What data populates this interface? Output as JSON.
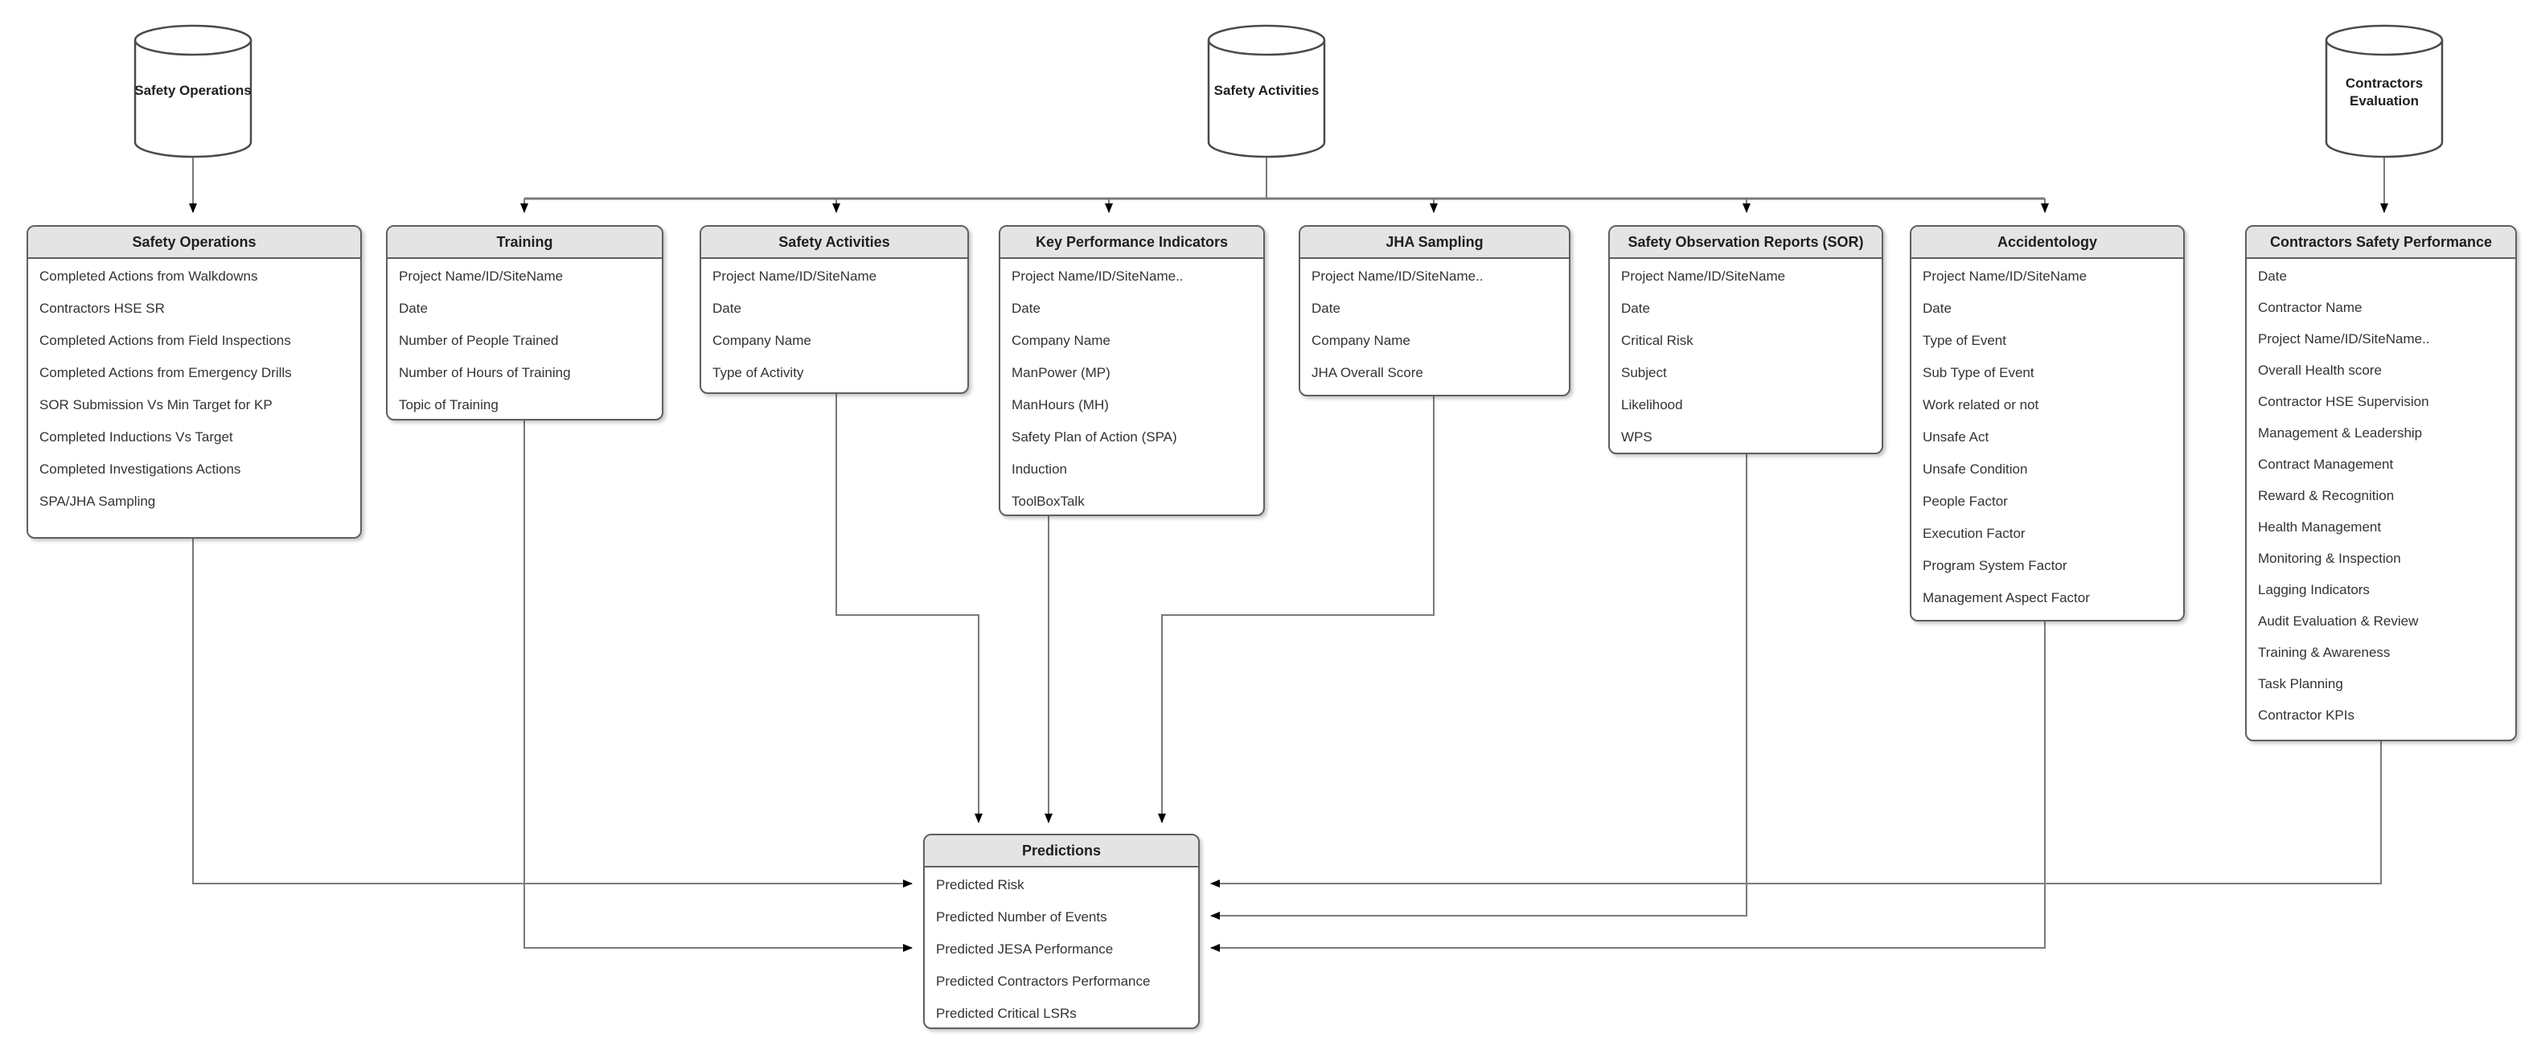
{
  "colors": {
    "bg": "#ffffff",
    "border": "#5f5f5f",
    "header_fill": "#e4e4e4",
    "text": "#1f1f1f",
    "field_text": "#333333",
    "connector": "#7a7a7a",
    "arrow": "#000000"
  },
  "datastores": [
    {
      "id": "safety-operations-db",
      "label": "Safety Operations"
    },
    {
      "id": "safety-activities-db",
      "label": "Safety Activities"
    },
    {
      "id": "contractors-evaluation-db",
      "label": "Contractors Evaluation"
    }
  ],
  "entities": [
    {
      "id": "safety-operations",
      "title": "Safety Operations",
      "fields": [
        "Completed Actions from Walkdowns",
        "Contractors HSE SR",
        "Completed Actions from Field Inspections",
        "Completed Actions from Emergency Drills",
        "SOR Submission Vs Min Target for KP",
        "Completed Inductions Vs Target",
        "Completed Investigations Actions",
        "SPA/JHA Sampling"
      ]
    },
    {
      "id": "training",
      "title": "Training",
      "fields": [
        "Project Name/ID/SiteName",
        "Date",
        "Number of People Trained",
        "Number of Hours of Training",
        "Topic of Training"
      ]
    },
    {
      "id": "safety-activities",
      "title": "Safety Activities",
      "fields": [
        "Project Name/ID/SiteName",
        "Date",
        "Company Name",
        "Type of Activity"
      ]
    },
    {
      "id": "key-performance-indicators",
      "title": "Key Performance Indicators",
      "fields": [
        "Project Name/ID/SiteName..",
        "Date",
        "Company Name",
        "ManPower (MP)",
        "ManHours (MH)",
        "Safety Plan of Action (SPA)",
        "Induction",
        "ToolBoxTalk"
      ]
    },
    {
      "id": "jha-sampling",
      "title": "JHA Sampling",
      "fields": [
        "Project Name/ID/SiteName..",
        "Date",
        "Company Name",
        "JHA Overall Score"
      ]
    },
    {
      "id": "sor",
      "title": "Safety Observation Reports (SOR)",
      "fields": [
        "Project Name/ID/SiteName",
        "Date",
        "Critical Risk",
        "Subject",
        "Likelihood",
        "WPS"
      ]
    },
    {
      "id": "accidentology",
      "title": "Accidentology",
      "fields": [
        "Project Name/ID/SiteName",
        "Date",
        "Type of Event",
        "Sub Type of Event",
        "Work related or not",
        "Unsafe Act",
        "Unsafe Condition",
        "People Factor",
        "Execution Factor",
        "Program System Factor",
        "Management Aspect Factor"
      ]
    },
    {
      "id": "contractors-safety-performance",
      "title": "Contractors Safety Performance",
      "fields": [
        "Date",
        "Contractor Name",
        "Project Name/ID/SiteName..",
        "Overall Health score",
        "Contractor HSE Supervision",
        "Management & Leadership",
        "Contract Management",
        "Reward & Recognition",
        "Health Management",
        "Monitoring & Inspection",
        "Lagging Indicators",
        "Audit Evaluation & Review",
        "Training & Awareness",
        "Task Planning",
        "Contractor KPIs"
      ]
    },
    {
      "id": "predictions",
      "title": "Predictions",
      "fields": [
        "Predicted Risk",
        "Predicted Number of Events",
        "Predicted JESA Performance",
        "Predicted Contractors Performance",
        "Predicted Critical LSRs"
      ]
    }
  ]
}
